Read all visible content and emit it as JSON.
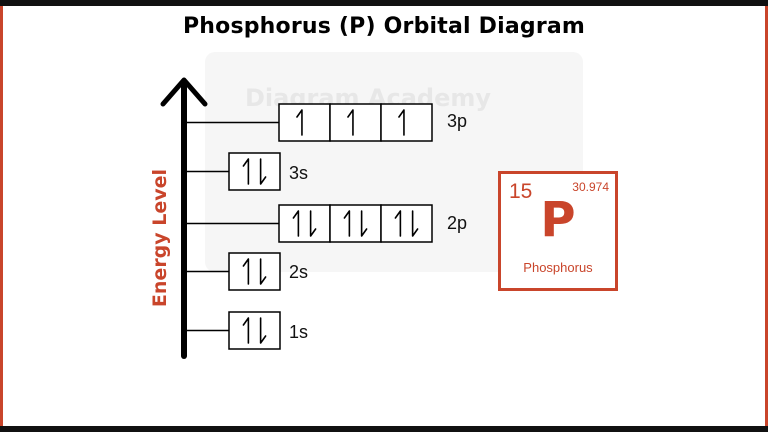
{
  "title": "Phosphorus (P) Orbital Diagram",
  "watermark_text": "Diagram Academy",
  "axis_label": "Energy Level",
  "levels": [
    {
      "label": "1s",
      "boxes": [
        2
      ]
    },
    {
      "label": "2s",
      "boxes": [
        2
      ]
    },
    {
      "label": "2p",
      "boxes": [
        2,
        2,
        2
      ]
    },
    {
      "label": "3s",
      "boxes": [
        2
      ]
    },
    {
      "label": "3p",
      "boxes": [
        1,
        1,
        1
      ]
    }
  ],
  "element": {
    "atomic_number": "15",
    "atomic_mass": "30.974",
    "symbol": "P",
    "name": "Phosphorus"
  },
  "colors": {
    "accent": "#c9452b",
    "ink": "#000000"
  }
}
